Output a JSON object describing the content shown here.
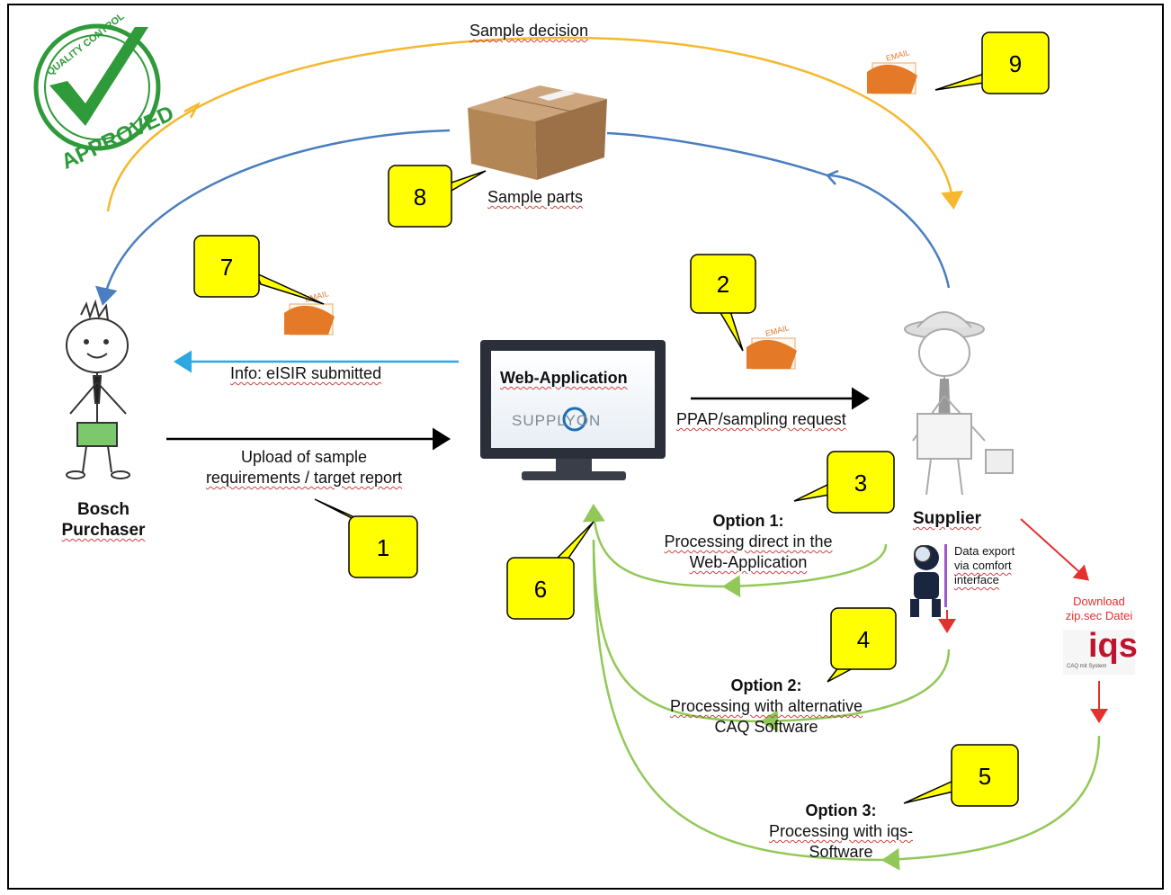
{
  "nodes": {
    "bosch": {
      "line1": "Bosch",
      "line2": "Purchaser"
    },
    "supplier": {
      "label": "Supplier"
    },
    "webapp": {
      "title": "Web-Application",
      "brand": "SUPPLYON"
    },
    "sample_parts": {
      "label": "Sample parts"
    },
    "quality_stamp": {
      "top_text": "QUALITY CONTROL",
      "bottom_text": "APPROVED"
    },
    "iqs_logo": {
      "text": "iqs",
      "sub": "CAQ mit System"
    }
  },
  "edges": {
    "sample_decision": "Sample decision",
    "info_submitted": "Info: eISIR submitted",
    "upload": {
      "line1": "Upload of sample",
      "line2": "requirements / target report"
    },
    "ppap": "PPAP/sampling request",
    "data_export": {
      "line1": "Data export",
      "line2": "via comfort",
      "line3": "interface"
    },
    "download": {
      "line1": "Download",
      "line2": "zip.sec Datei"
    }
  },
  "options": {
    "opt1": {
      "title": "Option 1:",
      "line1": "Processing direct in the",
      "line2": "Web-Application"
    },
    "opt2": {
      "title": "Option 2:",
      "line1": "Processing with alternative",
      "line2": "CAQ Software"
    },
    "opt3": {
      "title": "Option 3:",
      "line1": "Processing with iqs-",
      "line2": "Software"
    }
  },
  "callouts": [
    "1",
    "2",
    "3",
    "4",
    "5",
    "6",
    "7",
    "8",
    "9"
  ],
  "email_icon_text": "EMAIL",
  "colors": {
    "yellow_flow": "#f5b82e",
    "blue_flow": "#4a7ec0",
    "cyan_flow": "#2ea8e0",
    "green_flow": "#92c857",
    "red_flow": "#e53030",
    "callout_fill": "#ffff00",
    "checkmark": "#2f9a3a"
  }
}
